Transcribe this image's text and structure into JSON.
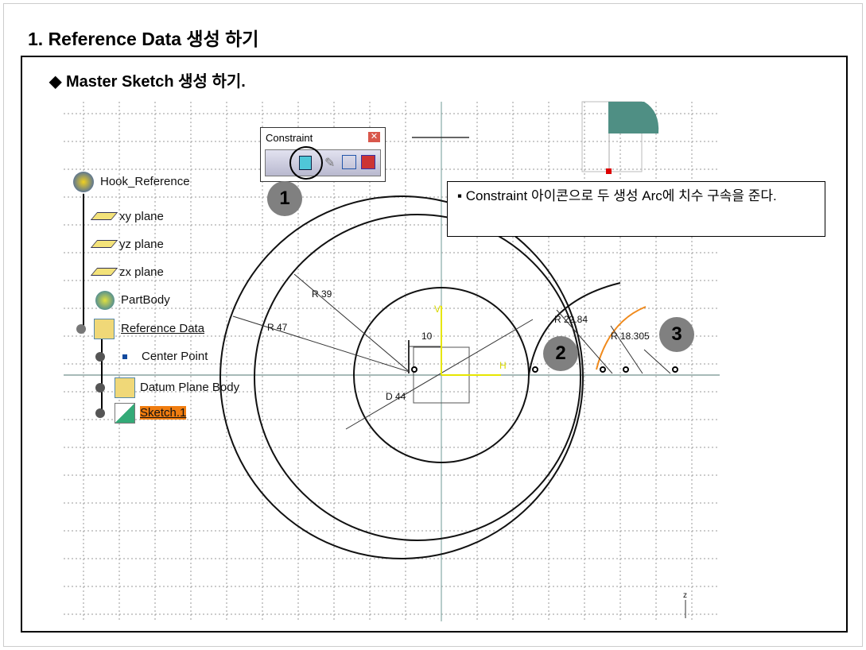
{
  "title": "1. Reference Data 생성 하기",
  "subtitle": "◆ Master Sketch 생성 하기.",
  "toolbar": {
    "label": "Constraint",
    "close": "✕"
  },
  "tree": {
    "root": "Hook_Reference",
    "items": [
      "xy plane",
      "yz plane",
      "zx plane",
      "PartBody",
      "Reference Data",
      "Center Point",
      "Datum Plane Body",
      "Sketch.1"
    ]
  },
  "badges": [
    "1",
    "2",
    "3"
  ],
  "note": "▪ Constraint 아이콘으로 두 생성 Arc에 치수 구속을 준다.",
  "dimensions": {
    "r39": "R 39",
    "r47": "R 47",
    "d44": "D 44",
    "ten": "10",
    "r2284": "R 22.84",
    "r18": "R 18.305",
    "h": "H",
    "v": "V",
    "z": "z"
  },
  "colors": {
    "accent": "#f08a1c",
    "axis": "#e6e600",
    "highlight": "#f07d10"
  }
}
